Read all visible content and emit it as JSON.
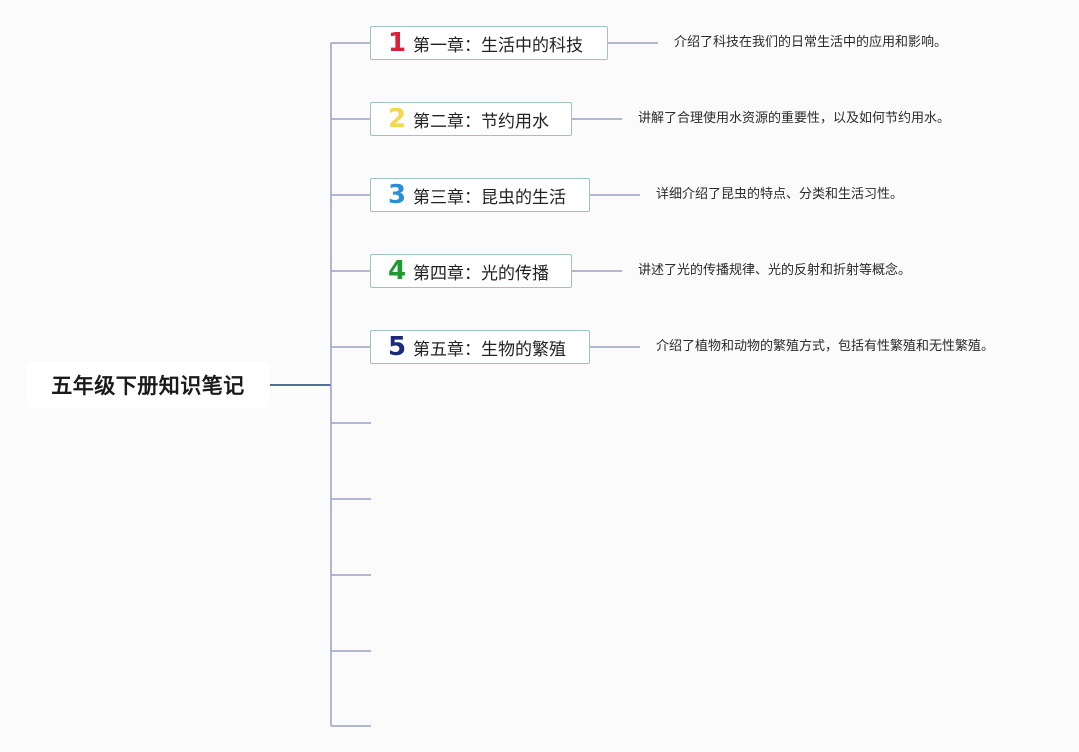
{
  "root": {
    "title": "五年级下册知识笔记"
  },
  "chapters": [
    {
      "number": "1",
      "title": "第一章：生活中的科技",
      "color": "#d9213a",
      "description": "介绍了科技在我们的日常生活中的应用和影响。"
    },
    {
      "number": "2",
      "title": "第二章：节约用水",
      "color": "#f3d74c",
      "description": "讲解了合理使用水资源的重要性，以及如何节约用水。"
    },
    {
      "number": "3",
      "title": "第三章：昆虫的生活",
      "color": "#2b8fd6",
      "description": "详细介绍了昆虫的特点、分类和生活习性。"
    },
    {
      "number": "4",
      "title": "第四章：光的传播",
      "color": "#1f9a2e",
      "description": "讲述了光的传播规律、光的反射和折射等概念。"
    },
    {
      "number": "5",
      "title": "第五章：生物的繁殖",
      "color": "#1c2a7a",
      "description": "介绍了植物和动物的繁殖方式，包括有性繁殖和无性繁殖。"
    }
  ],
  "colors": {
    "root_connector": "#1f3f7a",
    "branch_connector": "#9aa0c4",
    "node_border": "#9fc3bb"
  }
}
